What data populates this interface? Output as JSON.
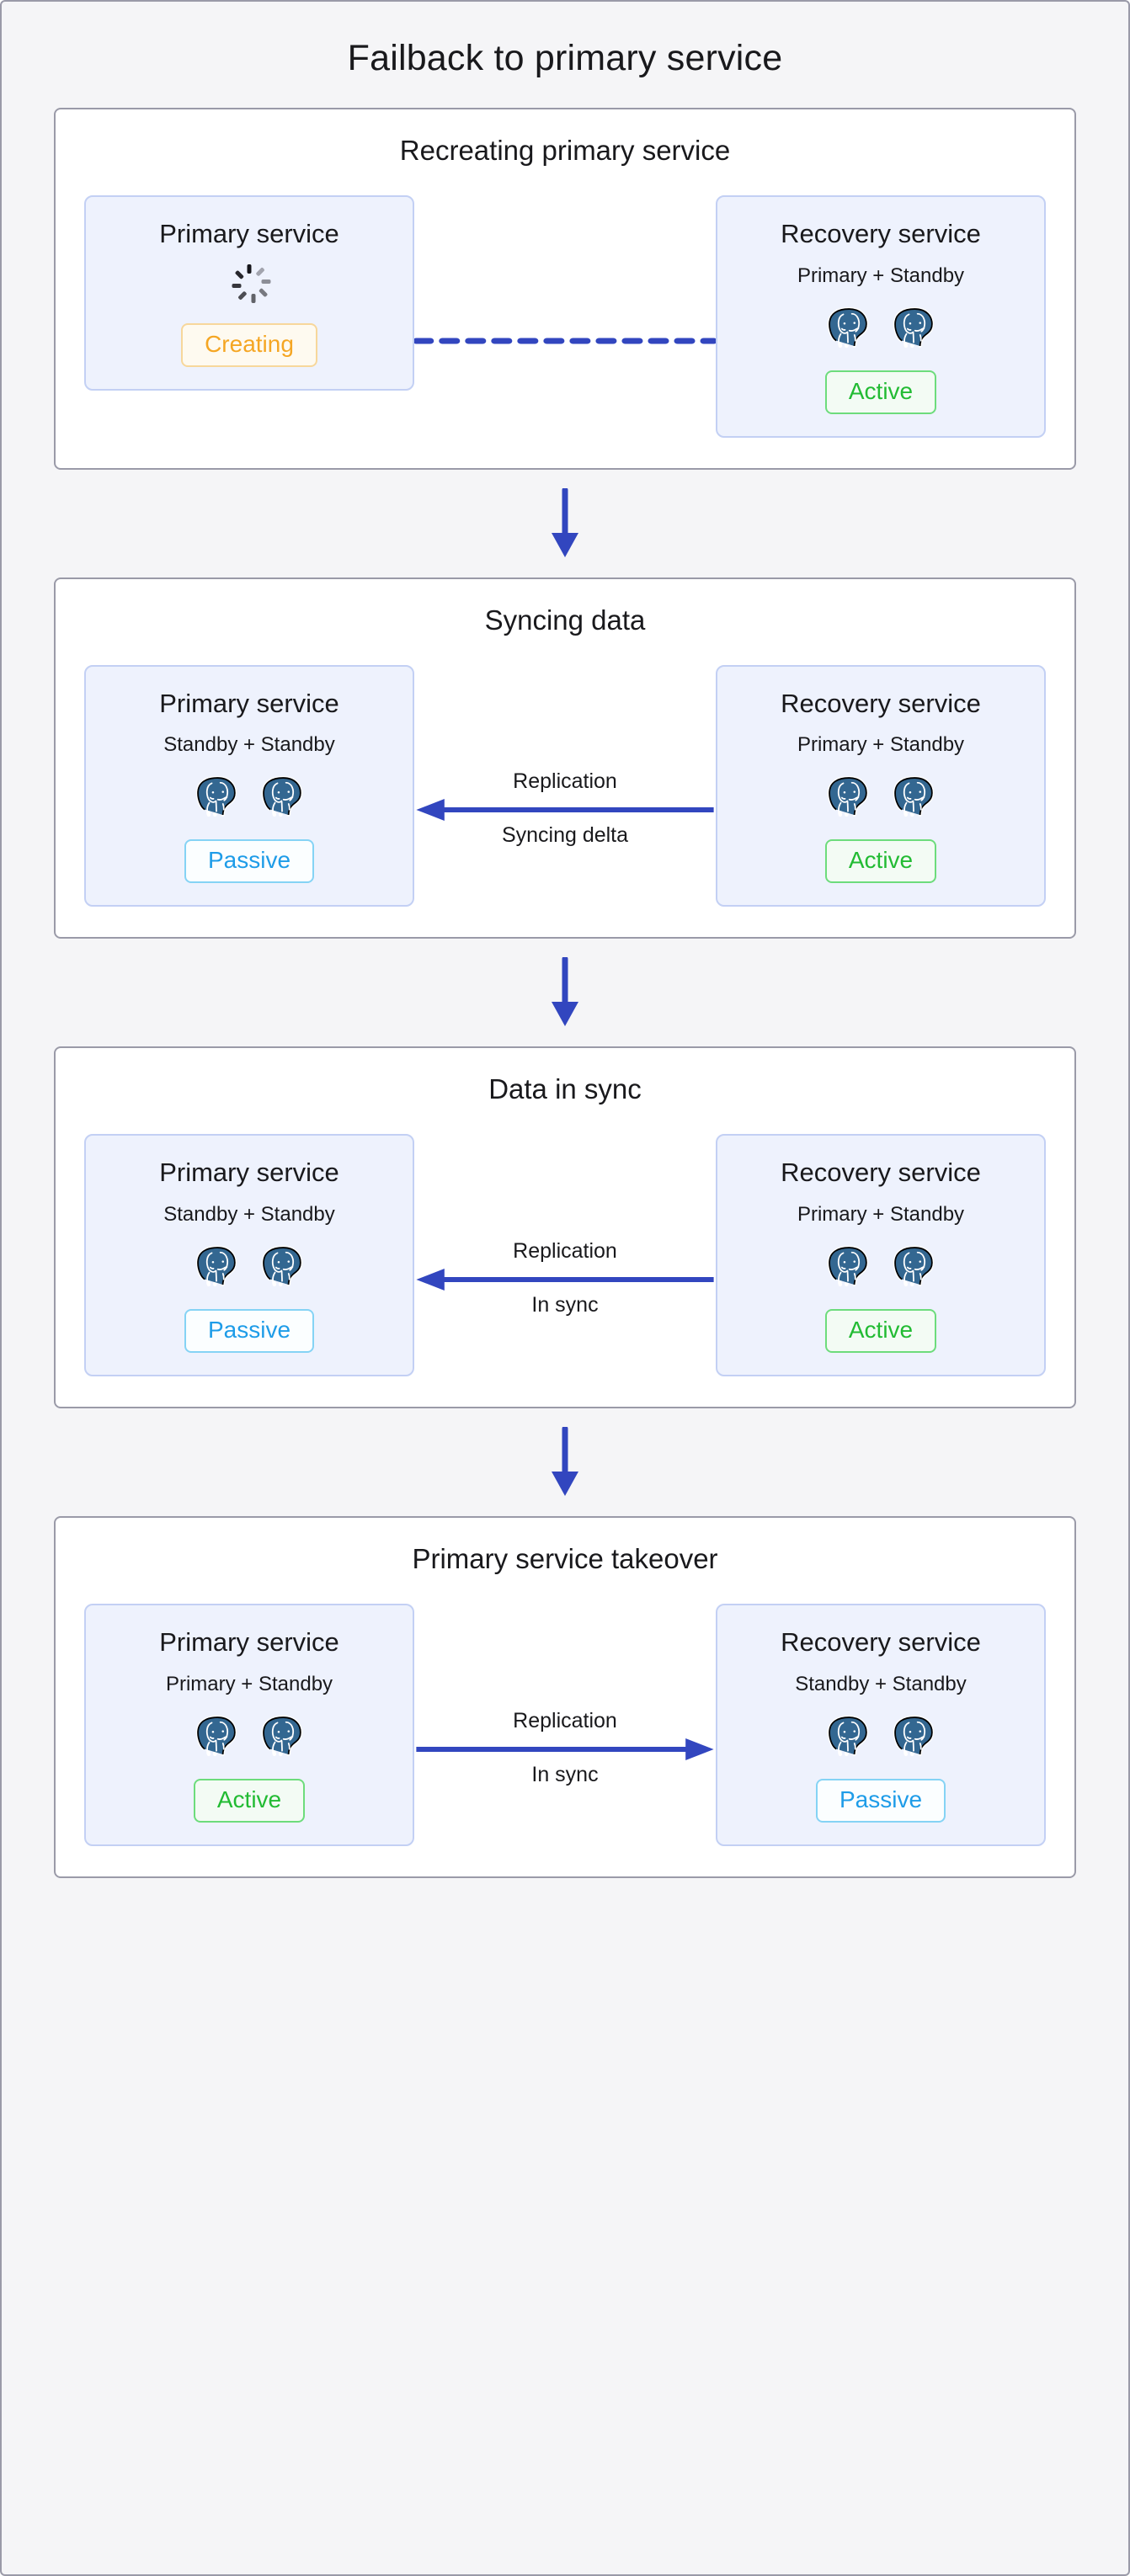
{
  "title": "Failback to primary service",
  "colors": {
    "page_background": "#f5f5f7",
    "panel_background": "#ffffff",
    "panel_border": "#9a9aa8",
    "card_background": "#eef2fd",
    "card_border": "#c3d0f4",
    "arrow": "#3246bf",
    "active": "#22bb33",
    "passive": "#1e9ce8",
    "creating": "#f5a623",
    "postgres_logo": "#336791"
  },
  "stages": [
    {
      "title": "Recreating primary service",
      "left": {
        "name": "Primary service",
        "role": null,
        "node_count": 0,
        "spinner": true,
        "badge": "Creating",
        "badge_state": "creating"
      },
      "connector": {
        "style": "dashed",
        "direction": "none",
        "label_top": "",
        "label_bottom": ""
      },
      "right": {
        "name": "Recovery service",
        "role": "Primary + Standby",
        "node_count": 2,
        "spinner": false,
        "badge": "Active",
        "badge_state": "active"
      }
    },
    {
      "title": "Syncing data",
      "left": {
        "name": "Primary service",
        "role": "Standby + Standby",
        "node_count": 2,
        "spinner": false,
        "badge": "Passive",
        "badge_state": "passive"
      },
      "connector": {
        "style": "solid",
        "direction": "left",
        "label_top": "Replication",
        "label_bottom": "Syncing delta"
      },
      "right": {
        "name": "Recovery service",
        "role": "Primary + Standby",
        "node_count": 2,
        "spinner": false,
        "badge": "Active",
        "badge_state": "active"
      }
    },
    {
      "title": "Data in sync",
      "left": {
        "name": "Primary service",
        "role": "Standby + Standby",
        "node_count": 2,
        "spinner": false,
        "badge": "Passive",
        "badge_state": "passive"
      },
      "connector": {
        "style": "solid",
        "direction": "left",
        "label_top": "Replication",
        "label_bottom": "In sync"
      },
      "right": {
        "name": "Recovery service",
        "role": "Primary + Standby",
        "node_count": 2,
        "spinner": false,
        "badge": "Active",
        "badge_state": "active"
      }
    },
    {
      "title": "Primary service takeover",
      "left": {
        "name": "Primary service",
        "role": "Primary + Standby",
        "node_count": 2,
        "spinner": false,
        "badge": "Active",
        "badge_state": "active"
      },
      "connector": {
        "style": "solid",
        "direction": "right",
        "label_top": "Replication",
        "label_bottom": "In sync"
      },
      "right": {
        "name": "Recovery service",
        "role": "Standby + Standby",
        "node_count": 2,
        "spinner": false,
        "badge": "Passive",
        "badge_state": "passive"
      }
    }
  ],
  "step_arrows": 3
}
